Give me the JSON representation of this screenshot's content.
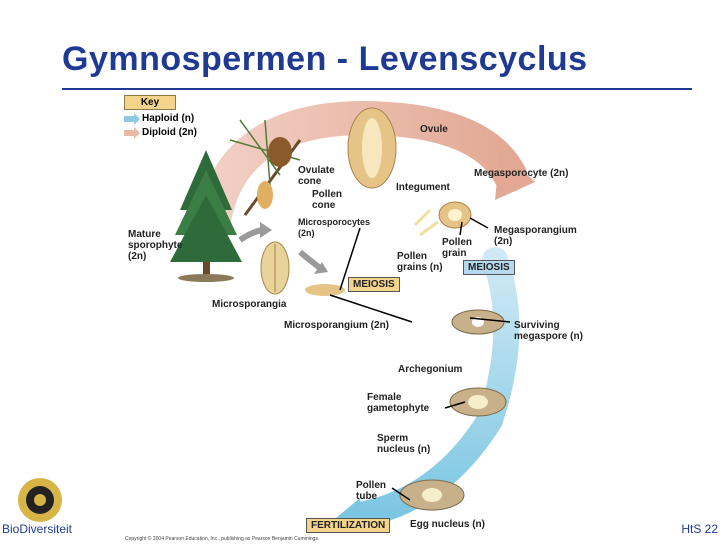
{
  "header": {
    "title": "Gymnospermen - Levenscyclus"
  },
  "key": {
    "title": "Key",
    "haploid_label": "Haploid (n)",
    "diploid_label": "Diploid (2n)",
    "haploid_color": "#8ecae6",
    "diploid_color": "#e8b8a8"
  },
  "labels": {
    "ovule": "Ovule",
    "ovulate_cone": "Ovulate cone",
    "pollen_cone": "Pollen cone",
    "integument": "Integument",
    "megasporocyte": "Megasporocyte (2n)",
    "microsporocytes": "Microsporocytes (2n)",
    "megasporangium": "Megasporangium (2n)",
    "pollen_grain": "Pollen grain",
    "pollen_grains": "Pollen grains (n)",
    "mature_sporophyte": "Mature sporophyte (2n)",
    "microsporangia": "Microsporangia",
    "microsporangium": "Microsporangium (2n)",
    "surviving_megaspore": "Surviving megaspore (n)",
    "archegonium": "Archegonium",
    "female_gametophyte": "Female gametophyte",
    "sperm_nucleus": "Sperm nucleus (n)",
    "pollen_tube": "Pollen tube",
    "egg_nucleus": "Egg nucleus (n)"
  },
  "stages": {
    "meiosis_left": "MEIOSIS",
    "meiosis_right": "MEIOSIS",
    "fertilization": "FERTILIZATION"
  },
  "footer": {
    "left": "BioDiversiteit",
    "right": "HtS  22",
    "copyright": "Copyright © 2004 Pearson Education, Inc., publishing as Pearson Benjamin Cummings."
  }
}
